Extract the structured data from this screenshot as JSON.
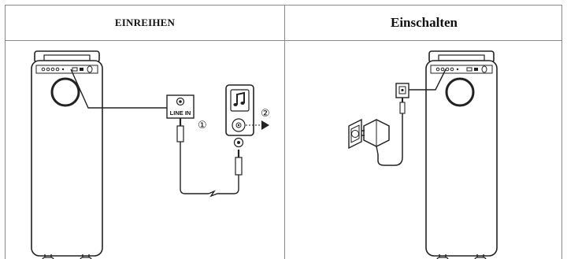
{
  "headers": {
    "left_title": "EINREIHEN",
    "right_title": "Einschalten"
  },
  "left_panel": {
    "line_in_label": "LINE IN",
    "step1_marker": "①",
    "step2_marker": "②"
  },
  "icons": {
    "speaker": "speaker-icon",
    "line_in_jack": "jack-icon",
    "music_player": "music-note-icon",
    "play": "play-arrow-icon",
    "wall_socket": "wall-socket-icon",
    "power_adapter": "power-adapter-icon"
  }
}
